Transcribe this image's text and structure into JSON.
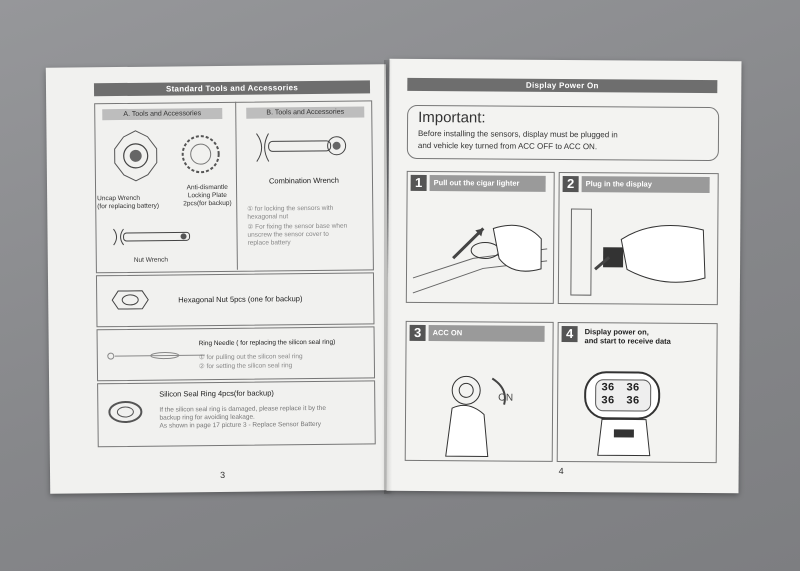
{
  "left_page": {
    "title": "Standard Tools and Accessories",
    "section_a": "A. Tools and Accessories",
    "section_b": "B. Tools and Accessories",
    "uncap_wrench": "Uncap Wrench\n(for replacing battery)",
    "anti_dismantle": "Anti-dismantle\nLocking Plate\n2pcs(for backup)",
    "nut_wrench": "Nut Wrench",
    "combination_wrench": "Combination Wrench",
    "comb_note_1": "① for locking the sensors with\nhexagonal nut",
    "comb_note_2": "② For fixing the sensor base when\nunscrew the sensor cover to\nreplace battery",
    "hex_nut": "Hexagonal Nut 5pcs (one for backup)",
    "ring_needle": "Ring Needle ( for replacing the silicon seal ring)",
    "needle_note_1": "① for pulling out the silicon seal ring",
    "needle_note_2": "② for setting the silicon seal ring",
    "seal_ring": "Silicon Seal Ring 4pcs(for backup)",
    "seal_note": "If the silicon seal ring is damaged, please replace it by the\nbackup ring for avoiding leakage.\nAs shown in page 17 picture 3 - Replace Sensor Battery",
    "page_number": "3"
  },
  "right_page": {
    "title": "Display Power On",
    "important_heading": "Important:",
    "important_body": "Before installing the sensors, display must be plugged in\nand vehicle key turned from ACC OFF to ACC ON.",
    "steps": [
      {
        "num": "1",
        "label": "Pull out the cigar lighter"
      },
      {
        "num": "2",
        "label": "Plug in the display"
      },
      {
        "num": "3",
        "label": "ACC ON"
      },
      {
        "num": "4",
        "label": "Display power on,\nand start to receive data"
      }
    ],
    "on_label": "ON",
    "display_values": [
      "36",
      "36",
      "36",
      "36"
    ],
    "page_number": "4"
  }
}
